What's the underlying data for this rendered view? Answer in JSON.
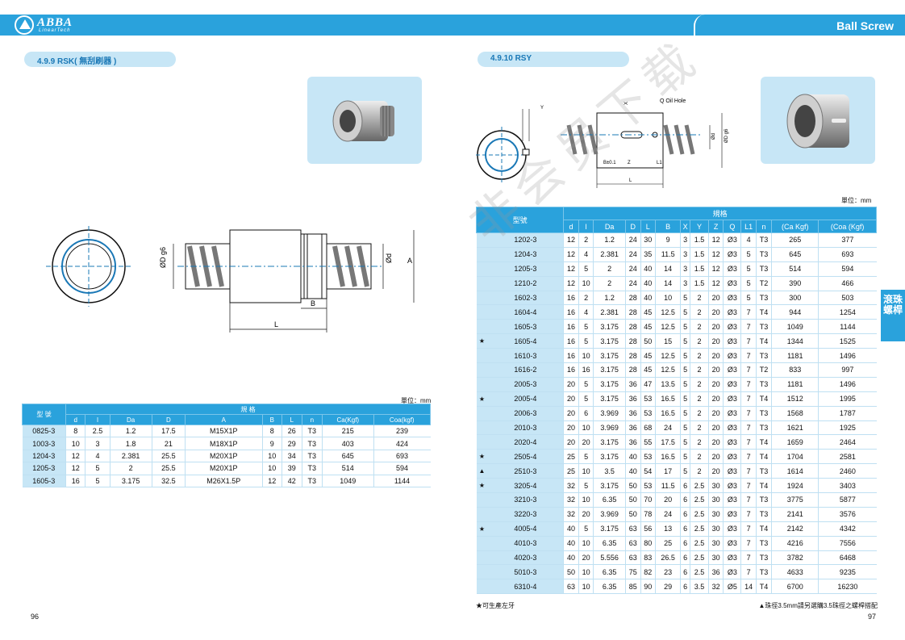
{
  "header": {
    "brand": "ABBA",
    "brand_sub": "LinearTech",
    "title": "Ball Screw"
  },
  "left": {
    "section": "4.9.9  RSK( 無刮刷器 )",
    "unit": "單位：mm",
    "drawing_labels": {
      "od": "ØD g6",
      "d": "Ød",
      "a": "A",
      "b": "B",
      "l": "L"
    },
    "table": {
      "model_header": "型 號",
      "spec_header": "規 格",
      "columns": [
        "d",
        "l",
        "Da",
        "D",
        "A",
        "B",
        "L",
        "n",
        "Ca(Kgf)",
        "Coa(kgf)"
      ],
      "rows": [
        [
          "0825-3",
          "8",
          "2.5",
          "1.2",
          "17.5",
          "M15X1P",
          "8",
          "26",
          "T3",
          "215",
          "239"
        ],
        [
          "1003-3",
          "10",
          "3",
          "1.8",
          "21",
          "M18X1P",
          "9",
          "29",
          "T3",
          "403",
          "424"
        ],
        [
          "1204-3",
          "12",
          "4",
          "2.381",
          "25.5",
          "M20X1P",
          "10",
          "34",
          "T3",
          "645",
          "693"
        ],
        [
          "1205-3",
          "12",
          "5",
          "2",
          "25.5",
          "M20X1P",
          "10",
          "39",
          "T3",
          "514",
          "594"
        ],
        [
          "1605-3",
          "16",
          "5",
          "3.175",
          "32.5",
          "M26X1.5P",
          "12",
          "42",
          "T3",
          "1049",
          "1144"
        ]
      ]
    },
    "page": "96"
  },
  "right": {
    "section": "4.9.10  RSY",
    "unit": "單位：mm",
    "drawing_labels": {
      "oil": "Q Oil Hole",
      "y": "Y",
      "x": "X",
      "z": "Z",
      "b": "B±0.1",
      "l1": "L1",
      "l": "L",
      "d": "Ød",
      "od": "ØD g6"
    },
    "table": {
      "model_header": "型號",
      "spec_header": "規格",
      "columns": [
        "d",
        "l",
        "Da",
        "D",
        "L",
        "B",
        "X",
        "Y",
        "Z",
        "Q",
        "L1",
        "n",
        "(Ca Kgf)",
        "(Coa (Kgf)"
      ],
      "rows": [
        [
          "",
          "1202-3",
          "12",
          "2",
          "1.2",
          "24",
          "30",
          "9",
          "3",
          "1.5",
          "12",
          "Ø3",
          "4",
          "T3",
          "265",
          "377"
        ],
        [
          "",
          "1204-3",
          "12",
          "4",
          "2.381",
          "24",
          "35",
          "11.5",
          "3",
          "1.5",
          "12",
          "Ø3",
          "5",
          "T3",
          "645",
          "693"
        ],
        [
          "",
          "1205-3",
          "12",
          "5",
          "2",
          "24",
          "40",
          "14",
          "3",
          "1.5",
          "12",
          "Ø3",
          "5",
          "T3",
          "514",
          "594"
        ],
        [
          "",
          "1210-2",
          "12",
          "10",
          "2",
          "24",
          "40",
          "14",
          "3",
          "1.5",
          "12",
          "Ø3",
          "5",
          "T2",
          "390",
          "466"
        ],
        [
          "",
          "1602-3",
          "16",
          "2",
          "1.2",
          "28",
          "40",
          "10",
          "5",
          "2",
          "20",
          "Ø3",
          "5",
          "T3",
          "300",
          "503"
        ],
        [
          "",
          "1604-4",
          "16",
          "4",
          "2.381",
          "28",
          "45",
          "12.5",
          "5",
          "2",
          "20",
          "Ø3",
          "7",
          "T4",
          "944",
          "1254"
        ],
        [
          "",
          "1605-3",
          "16",
          "5",
          "3.175",
          "28",
          "45",
          "12.5",
          "5",
          "2",
          "20",
          "Ø3",
          "7",
          "T3",
          "1049",
          "1144"
        ],
        [
          "★",
          "1605-4",
          "16",
          "5",
          "3.175",
          "28",
          "50",
          "15",
          "5",
          "2",
          "20",
          "Ø3",
          "7",
          "T4",
          "1344",
          "1525"
        ],
        [
          "",
          "1610-3",
          "16",
          "10",
          "3.175",
          "28",
          "45",
          "12.5",
          "5",
          "2",
          "20",
          "Ø3",
          "7",
          "T3",
          "1181",
          "1496"
        ],
        [
          "",
          "1616-2",
          "16",
          "16",
          "3.175",
          "28",
          "45",
          "12.5",
          "5",
          "2",
          "20",
          "Ø3",
          "7",
          "T2",
          "833",
          "997"
        ],
        [
          "",
          "2005-3",
          "20",
          "5",
          "3.175",
          "36",
          "47",
          "13.5",
          "5",
          "2",
          "20",
          "Ø3",
          "7",
          "T3",
          "1181",
          "1496"
        ],
        [
          "★",
          "2005-4",
          "20",
          "5",
          "3.175",
          "36",
          "53",
          "16.5",
          "5",
          "2",
          "20",
          "Ø3",
          "7",
          "T4",
          "1512",
          "1995"
        ],
        [
          "",
          "2006-3",
          "20",
          "6",
          "3.969",
          "36",
          "53",
          "16.5",
          "5",
          "2",
          "20",
          "Ø3",
          "7",
          "T3",
          "1568",
          "1787"
        ],
        [
          "",
          "2010-3",
          "20",
          "10",
          "3.969",
          "36",
          "68",
          "24",
          "5",
          "2",
          "20",
          "Ø3",
          "7",
          "T3",
          "1621",
          "1925"
        ],
        [
          "",
          "2020-4",
          "20",
          "20",
          "3.175",
          "36",
          "55",
          "17.5",
          "5",
          "2",
          "20",
          "Ø3",
          "7",
          "T4",
          "1659",
          "2464"
        ],
        [
          "★",
          "2505-4",
          "25",
          "5",
          "3.175",
          "40",
          "53",
          "16.5",
          "5",
          "2",
          "20",
          "Ø3",
          "7",
          "T4",
          "1704",
          "2581"
        ],
        [
          "▲",
          "2510-3",
          "25",
          "10",
          "3.5",
          "40",
          "54",
          "17",
          "5",
          "2",
          "20",
          "Ø3",
          "7",
          "T3",
          "1614",
          "2460"
        ],
        [
          "★",
          "3205-4",
          "32",
          "5",
          "3.175",
          "50",
          "53",
          "11.5",
          "6",
          "2.5",
          "30",
          "Ø3",
          "7",
          "T4",
          "1924",
          "3403"
        ],
        [
          "",
          "3210-3",
          "32",
          "10",
          "6.35",
          "50",
          "70",
          "20",
          "6",
          "2.5",
          "30",
          "Ø3",
          "7",
          "T3",
          "3775",
          "5877"
        ],
        [
          "",
          "3220-3",
          "32",
          "20",
          "3.969",
          "50",
          "78",
          "24",
          "6",
          "2.5",
          "30",
          "Ø3",
          "7",
          "T3",
          "2141",
          "3576"
        ],
        [
          "★",
          "4005-4",
          "40",
          "5",
          "3.175",
          "63",
          "56",
          "13",
          "6",
          "2.5",
          "30",
          "Ø3",
          "7",
          "T4",
          "2142",
          "4342"
        ],
        [
          "",
          "4010-3",
          "40",
          "10",
          "6.35",
          "63",
          "80",
          "25",
          "6",
          "2.5",
          "30",
          "Ø3",
          "7",
          "T3",
          "4216",
          "7556"
        ],
        [
          "",
          "4020-3",
          "40",
          "20",
          "5.556",
          "63",
          "83",
          "26.5",
          "6",
          "2.5",
          "30",
          "Ø3",
          "7",
          "T3",
          "3782",
          "6468"
        ],
        [
          "",
          "5010-3",
          "50",
          "10",
          "6.35",
          "75",
          "82",
          "23",
          "6",
          "2.5",
          "36",
          "Ø3",
          "7",
          "T3",
          "4633",
          "9235"
        ],
        [
          "",
          "6310-4",
          "63",
          "10",
          "6.35",
          "85",
          "90",
          "29",
          "6",
          "3.5",
          "32",
          "Ø5",
          "14",
          "T4",
          "6700",
          "16230"
        ]
      ]
    },
    "note_left": "★可生產左牙",
    "note_right": "▲珠徑3.5mm請另選購3.5珠徑之螺桿搭配",
    "page": "97",
    "side_tab": "滾珠螺桿"
  },
  "watermark": "非会员下载"
}
